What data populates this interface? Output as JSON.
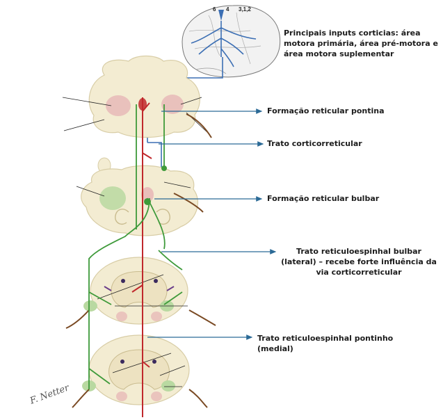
{
  "brain_numbers": {
    "a": "6",
    "b": "4",
    "c": "3,1,2"
  },
  "labels": {
    "cortical_inputs": "Principais inputs corticias: área motora primária, área pré-motora e área motora suplementar",
    "pontine_formation": "Formação reticular pontina",
    "corticoreticular_tract": "Trato corticorreticular",
    "bulbar_formation": "Formação reticular bulbar",
    "bulbar_tract": "Trato reticuloespinhal bulbar (lateral) – recebe forte influência da via corticorreticular",
    "pontine_tract": "Trato reticuloespinhal pontinho (medial)"
  },
  "signature": "F. Netter",
  "colors": {
    "tissue": "#f3ecd2",
    "tissue_edge": "#d8cda6",
    "red_path": "#c0282c",
    "green_path": "#3e9a3a",
    "blue_path": "#3c6fb4",
    "arrow": "#2b6a96",
    "nucleus_pink": "#e6b3b4",
    "nucleus_green": "#b9d9a1",
    "brain_fill": "#f2f2f2",
    "brain_edge": "#777777"
  }
}
